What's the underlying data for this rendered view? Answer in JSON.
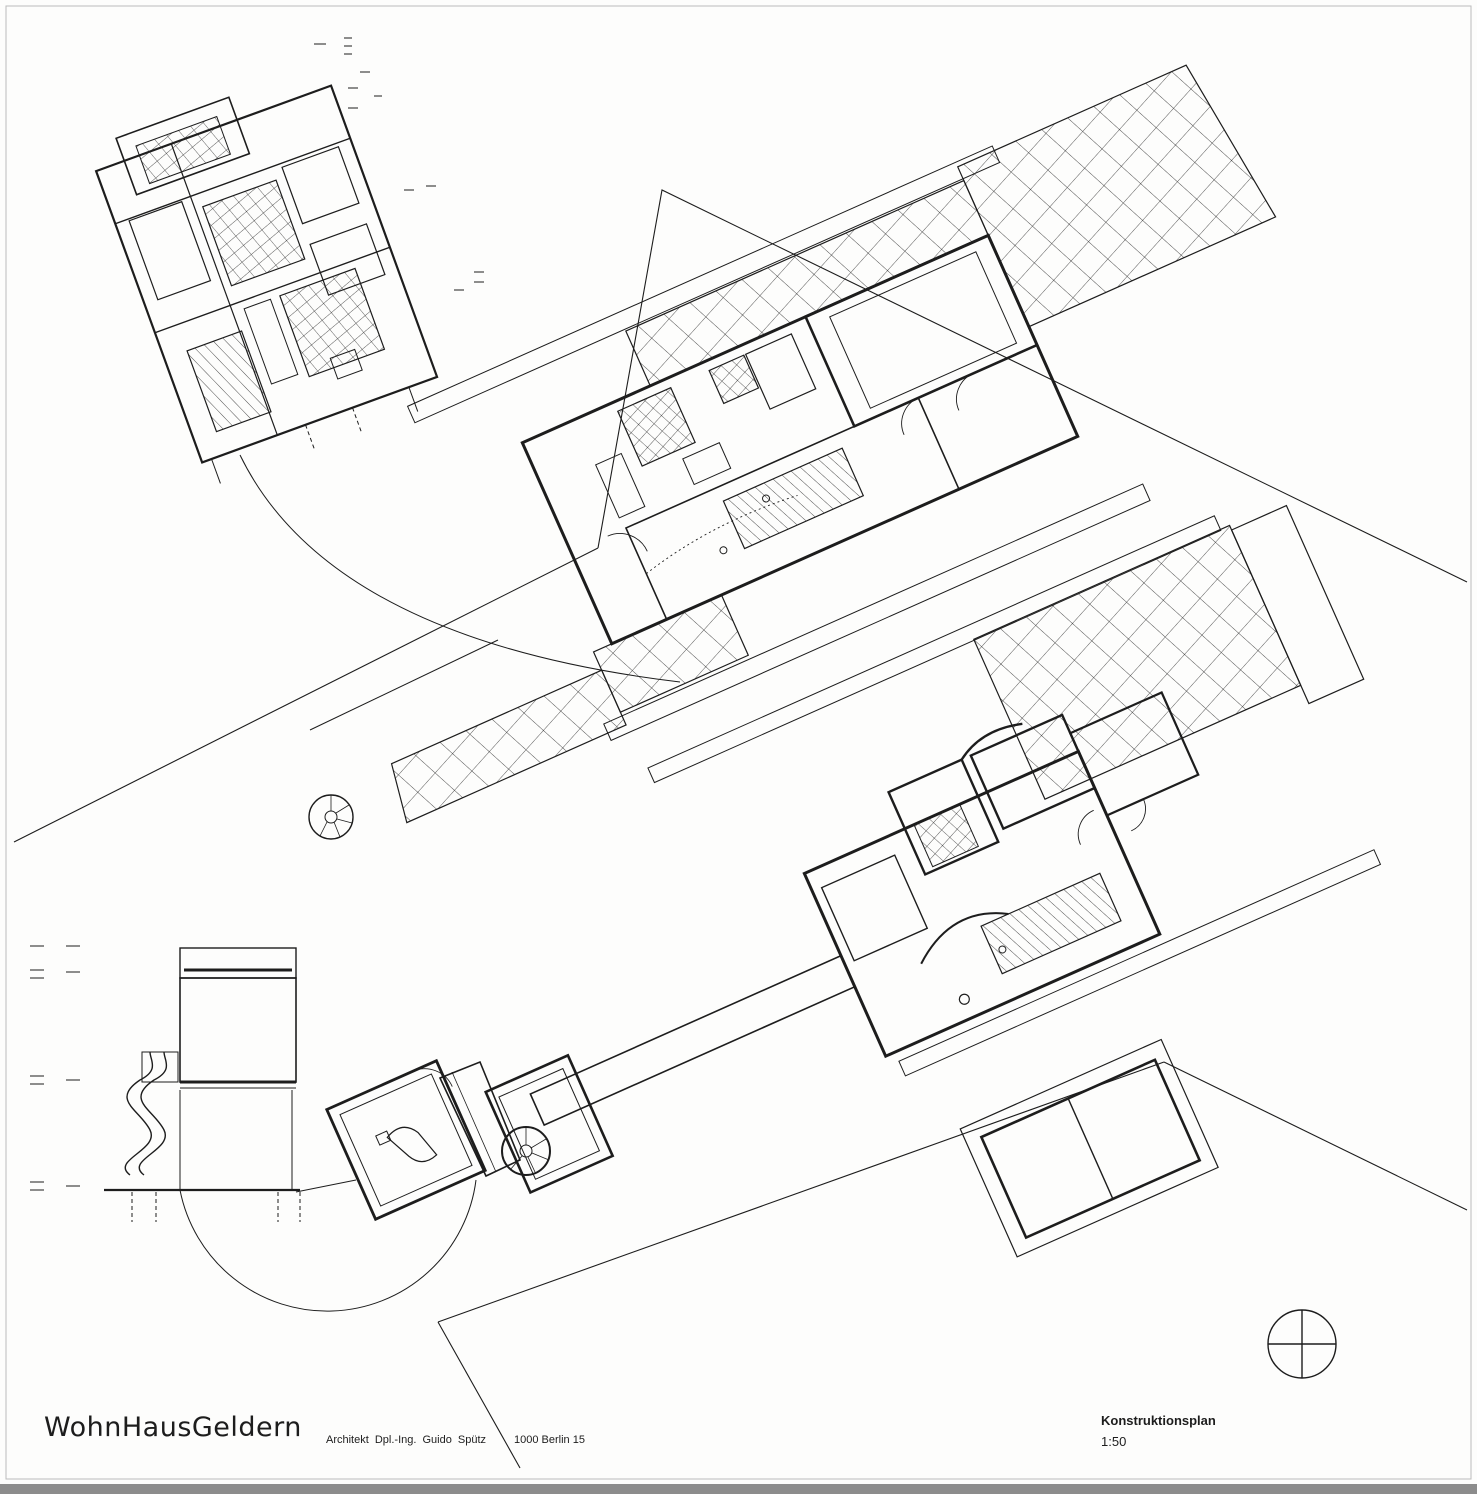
{
  "sheet": {
    "project_title": "WohnHausGeldern",
    "architect": "Architekt Dpl.-Ing. Guido Spütz",
    "address": "1000 Berlin 15",
    "plan_type": "Konstruktionsplan",
    "scale": "1:50"
  },
  "colors": {
    "paper": "#fdfdfc",
    "ink": "#1d1d1d",
    "scan_edge": "#8c8c8c"
  },
  "icons": [
    "north-arrow-icon"
  ]
}
